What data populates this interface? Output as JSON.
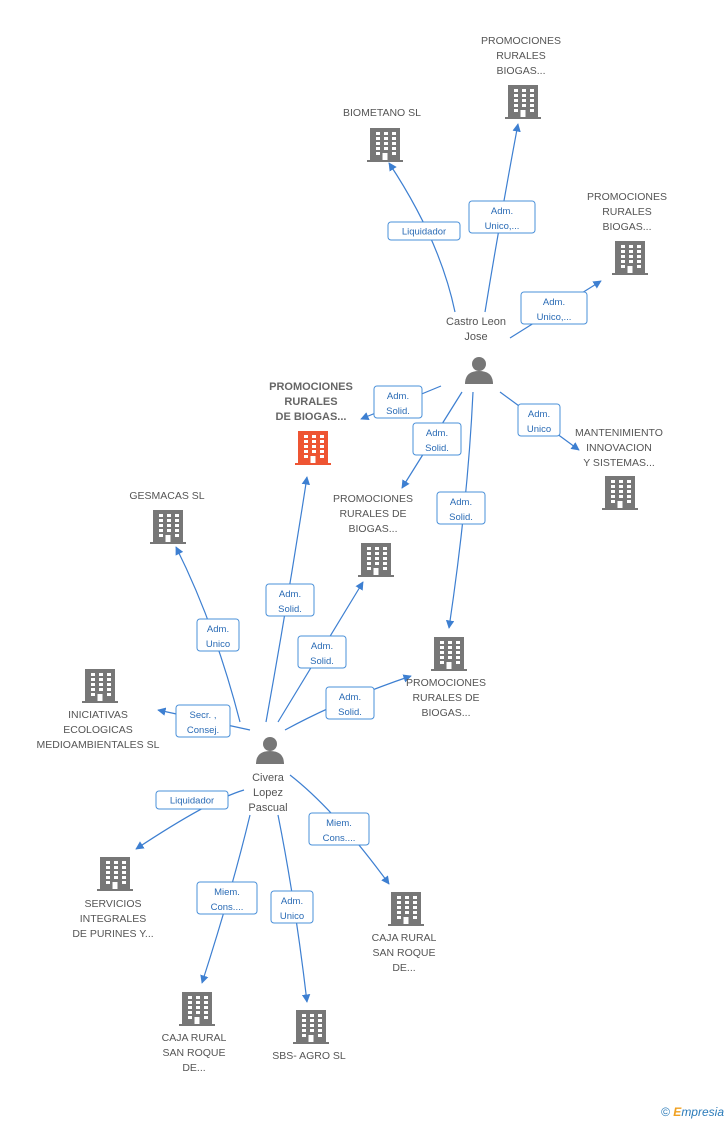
{
  "colors": {
    "edge": "#3d7fd1",
    "building": "#777777",
    "building_main": "#ee5533",
    "person": "#777777",
    "label_text": "#2a6bb5"
  },
  "companies": [
    {
      "id": "promo_top",
      "lines": [
        "PROMOCIONES",
        "RURALES",
        "BIOGAS..."
      ],
      "main": false
    },
    {
      "id": "biometano",
      "lines": [
        "BIOMETANO SL"
      ],
      "main": false
    },
    {
      "id": "promo_right",
      "lines": [
        "PROMOCIONES",
        "RURALES",
        "BIOGAS..."
      ],
      "main": false
    },
    {
      "id": "promo_main",
      "lines": [
        "PROMOCIONES",
        "RURALES",
        "DE BIOGAS..."
      ],
      "main": true
    },
    {
      "id": "mantenimiento",
      "lines": [
        "MANTENIMIENTO",
        "INNOVACION",
        "Y SISTEMAS..."
      ],
      "main": false
    },
    {
      "id": "gesmacas",
      "lines": [
        "GESMACAS SL"
      ],
      "main": false
    },
    {
      "id": "promo_mid",
      "lines": [
        "PROMOCIONES",
        "RURALES DE",
        "BIOGAS..."
      ],
      "main": false
    },
    {
      "id": "promo_low",
      "lines": [
        "PROMOCIONES",
        "RURALES DE",
        "BIOGAS..."
      ],
      "main": false
    },
    {
      "id": "iniciativas",
      "lines": [
        "INICIATIVAS",
        "ECOLOGICAS",
        "MEDIOAMBIENTALES SL"
      ],
      "main": false
    },
    {
      "id": "servicios",
      "lines": [
        "SERVICIOS",
        "INTEGRALES",
        "DE PURINES Y..."
      ],
      "main": false
    },
    {
      "id": "caja_right",
      "lines": [
        "CAJA RURAL",
        "SAN ROQUE",
        "DE..."
      ],
      "main": false
    },
    {
      "id": "caja_left",
      "lines": [
        "CAJA RURAL",
        "SAN ROQUE",
        "DE..."
      ],
      "main": false
    },
    {
      "id": "sbs",
      "lines": [
        "SBS- AGRO SL"
      ],
      "main": false
    }
  ],
  "persons": [
    {
      "id": "castro",
      "lines": [
        "Castro Leon",
        "Jose"
      ]
    },
    {
      "id": "civera",
      "lines": [
        "Civera",
        "Lopez",
        "Pascual"
      ]
    }
  ],
  "relations": [
    {
      "from": "castro",
      "to": "biometano",
      "label": [
        "Liquidador"
      ]
    },
    {
      "from": "castro",
      "to": "promo_top",
      "label": [
        "Adm.",
        "Unico,..."
      ]
    },
    {
      "from": "castro",
      "to": "promo_right",
      "label": [
        "Adm.",
        "Unico,..."
      ]
    },
    {
      "from": "castro",
      "to": "promo_main",
      "label": [
        "Adm.",
        "Solid."
      ]
    },
    {
      "from": "castro",
      "to": "promo_mid",
      "label": [
        "Adm.",
        "Solid."
      ]
    },
    {
      "from": "castro",
      "to": "promo_low",
      "label": [
        "Adm.",
        "Solid."
      ]
    },
    {
      "from": "castro",
      "to": "mantenimiento",
      "label": [
        "Adm.",
        "Unico"
      ]
    },
    {
      "from": "civera",
      "to": "gesmacas",
      "label": [
        "Adm.",
        "Unico"
      ]
    },
    {
      "from": "civera",
      "to": "promo_main",
      "label": [
        "Adm.",
        "Solid."
      ]
    },
    {
      "from": "civera",
      "to": "promo_mid",
      "label": [
        "Adm.",
        "Solid."
      ]
    },
    {
      "from": "civera",
      "to": "promo_low",
      "label": [
        "Adm.",
        "Solid."
      ]
    },
    {
      "from": "civera",
      "to": "iniciativas",
      "label": [
        "Secr. ,",
        "Consej."
      ]
    },
    {
      "from": "civera",
      "to": "servicios",
      "label": [
        "Liquidador"
      ]
    },
    {
      "from": "civera",
      "to": "caja_right",
      "label": [
        "Miem.",
        "Cons...."
      ]
    },
    {
      "from": "civera",
      "to": "caja_left",
      "label": [
        "Miem.",
        "Cons...."
      ]
    },
    {
      "from": "civera",
      "to": "sbs",
      "label": [
        "Adm.",
        "Unico"
      ]
    }
  ],
  "footer": {
    "copyright": "©",
    "brand_initial": "E",
    "brand_rest": "mpresia"
  }
}
